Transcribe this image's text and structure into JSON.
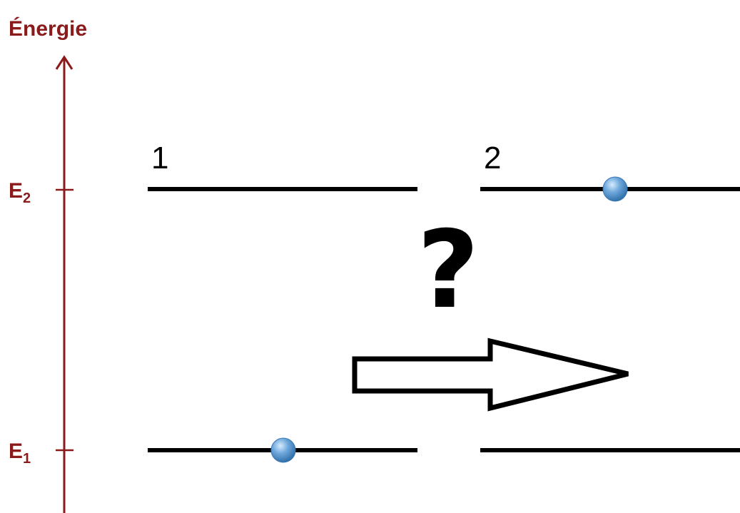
{
  "colors": {
    "axis": "#8b1a1a",
    "level": "#000000",
    "particle": "#5b9bd5",
    "particle_highlight": "#cfe6fb",
    "background": "#ffffff"
  },
  "axis": {
    "label": "Énergie",
    "levels": [
      {
        "symbol": "E",
        "subscript": "2"
      },
      {
        "symbol": "E",
        "subscript": "1"
      }
    ]
  },
  "states": [
    {
      "label": "1"
    },
    {
      "label": "2"
    }
  ],
  "question": "?",
  "icons": {
    "arrow": "right-arrow-icon",
    "particle": "electron-ball-icon"
  }
}
